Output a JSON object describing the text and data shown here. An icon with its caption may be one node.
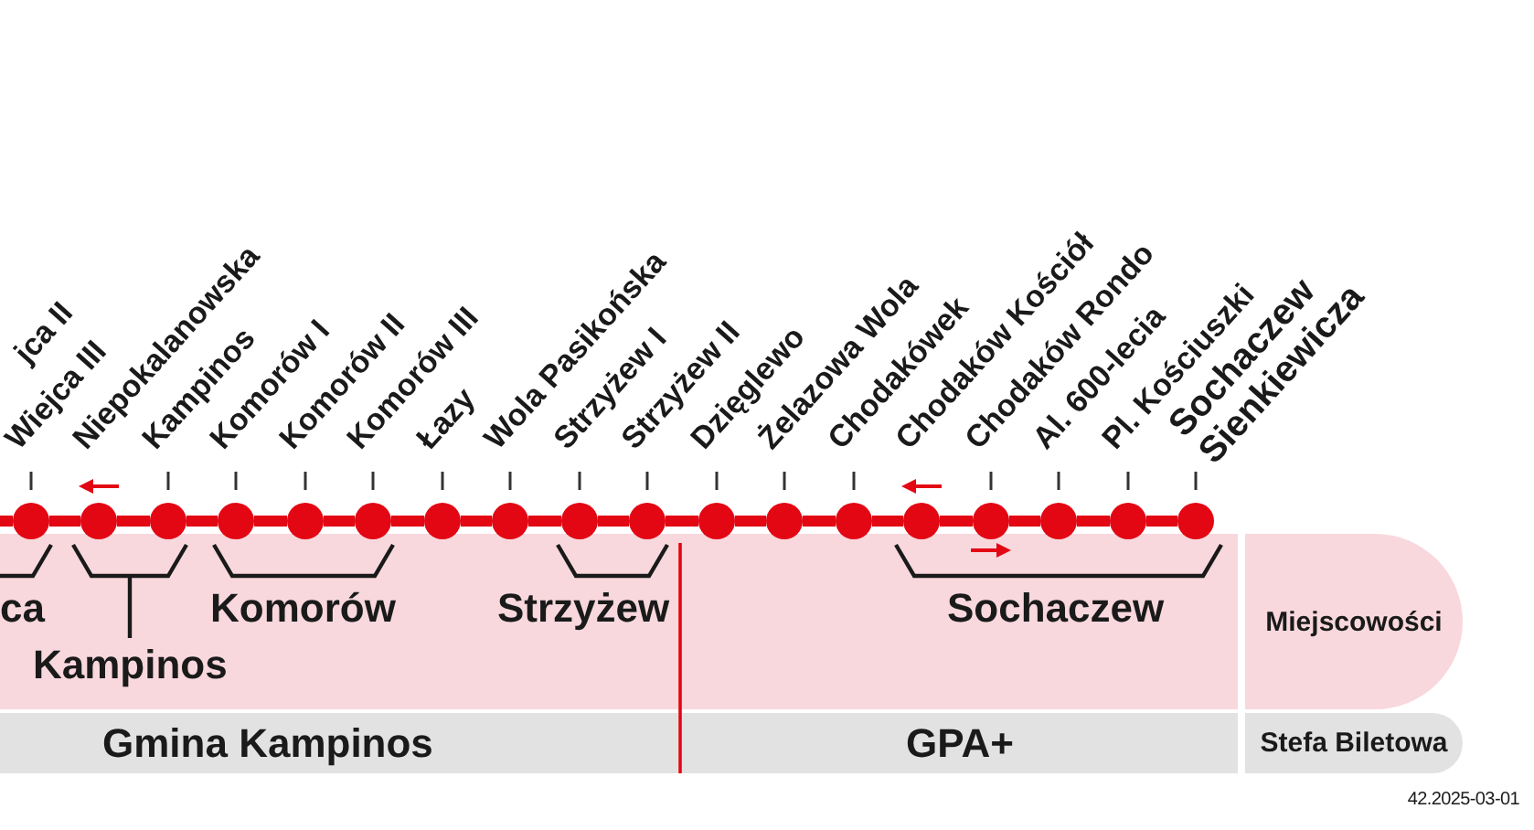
{
  "diagram": {
    "nodes": [
      {
        "text": [
          "Wiejca III"
        ]
      },
      {
        "text": [
          "Niepokalanowska"
        ]
      },
      {
        "text": [
          "Kampinos"
        ]
      },
      {
        "text": [
          "Komorów I"
        ]
      },
      {
        "text": [
          "Komorów II"
        ]
      },
      {
        "text": [
          "Komorów III"
        ]
      },
      {
        "text": [
          "Łazy"
        ]
      },
      {
        "text": [
          "Wola Pasikońska"
        ]
      },
      {
        "text": [
          "Strzyżew I"
        ]
      },
      {
        "text": [
          "Strzyżew II"
        ]
      },
      {
        "text": [
          "Dzięglewo"
        ]
      },
      {
        "text": [
          "Żelazowa Wola"
        ]
      },
      {
        "text": [
          "Chodakówek"
        ]
      },
      {
        "text": [
          "Chodaków Kościół"
        ]
      },
      {
        "text": [
          "Chodaków Rondo"
        ]
      },
      {
        "text": [
          "Al. 600-lecia"
        ]
      },
      {
        "text": [
          "Pl. Kościuszki"
        ]
      },
      {
        "text": [
          "Sochaczew Sienkiewicza"
        ]
      },
      {
        "text": [
          "ca",
          "Kampinos",
          "Komorów",
          "Strzyżew",
          "Sochaczew"
        ]
      },
      {
        "text": [
          "Miejscowości"
        ]
      },
      {
        "text": [
          "Gmina Kampinos"
        ]
      },
      {
        "text": [
          "GPA+"
        ]
      },
      {
        "text": [
          "Stefa Biletowa"
        ]
      }
    ],
    "edges": [
      {
        "from": null,
        "to": 0,
        "arrow": "none"
      },
      {
        "from": 0,
        "to": 1,
        "arrow": "none"
      },
      {
        "from": 1,
        "to": 2,
        "arrow": "none"
      },
      {
        "from": 2,
        "to": 3,
        "arrow": "none"
      },
      {
        "from": 3,
        "to": 4,
        "arrow": "none"
      },
      {
        "from": 4,
        "to": 5,
        "arrow": "none"
      },
      {
        "from": 5,
        "to": 6,
        "arrow": "none"
      },
      {
        "from": 6,
        "to": 7,
        "arrow": "none"
      },
      {
        "from": 7,
        "to": 8,
        "arrow": "none"
      },
      {
        "from": 8,
        "to": 9,
        "arrow": "none"
      },
      {
        "from": 9,
        "to": 10,
        "arrow": "none"
      },
      {
        "from": 10,
        "to": 11,
        "arrow": "none"
      },
      {
        "from": 11,
        "to": 12,
        "arrow": "none"
      },
      {
        "from": 12,
        "to": 13,
        "arrow": "none"
      },
      {
        "from": 13,
        "to": 14,
        "arrow": "none"
      },
      {
        "from": 14,
        "to": 15,
        "arrow": "none"
      },
      {
        "from": 15,
        "to": 16,
        "arrow": "none"
      },
      {
        "from": 16,
        "to": 17,
        "arrow": "none"
      }
    ],
    "labels": [
      "jca II",
      "42.2025-03-01"
    ]
  }
}
